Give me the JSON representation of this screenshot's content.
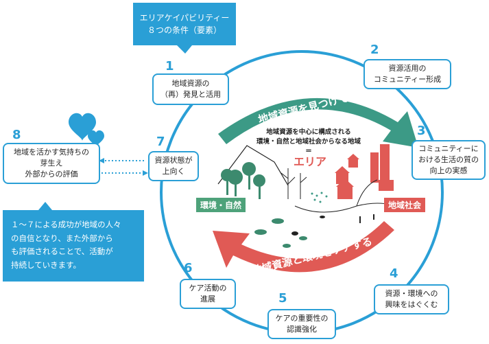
{
  "header_callout": {
    "line1": "エリアケイパビリティー",
    "line2": "８つの条件（要素）"
  },
  "steps": [
    {
      "num": "1",
      "line1": "地域資源の",
      "line2": "（再）発見と活用"
    },
    {
      "num": "2",
      "line1": "資源活用の",
      "line2": "コミュニティー形成"
    },
    {
      "num": "3",
      "line1": "コミュニティーに",
      "line2": "おける生活の質の",
      "line3": "向上の実感"
    },
    {
      "num": "4",
      "line1": "資源・環境への",
      "line2": "興味をはぐくむ"
    },
    {
      "num": "5",
      "line1": "ケアの重要性の",
      "line2": "認識強化"
    },
    {
      "num": "6",
      "line1": "ケア活動の",
      "line2": "進展"
    },
    {
      "num": "7",
      "line1": "資源状態が",
      "line2": "上向く"
    },
    {
      "num": "8",
      "line1": "地域を活かす気持ちの",
      "line2": "芽生え",
      "line3": "外部からの評価"
    }
  ],
  "arrows": {
    "top_text": "地域資源を見つけて活かす",
    "bottom_text": "地域資源と環境をケアする"
  },
  "center": {
    "caption_line1": "地域資源を中心に構成される",
    "caption_line2": "環境・自然と地域社会からなる地域",
    "equals": "＝",
    "area_label": "エリア",
    "nature_label": "環境・自然",
    "society_label": "地域社会"
  },
  "bottom_callout": {
    "line1": "１～７による成功が地域の人々",
    "line2": "の自信となり、また外部から",
    "line3": "も評価されることで、活動が",
    "line4": "持続していきます。"
  },
  "colors": {
    "accent": "#2a9fd6",
    "green": "#3c9a86",
    "red": "#e05a55"
  }
}
